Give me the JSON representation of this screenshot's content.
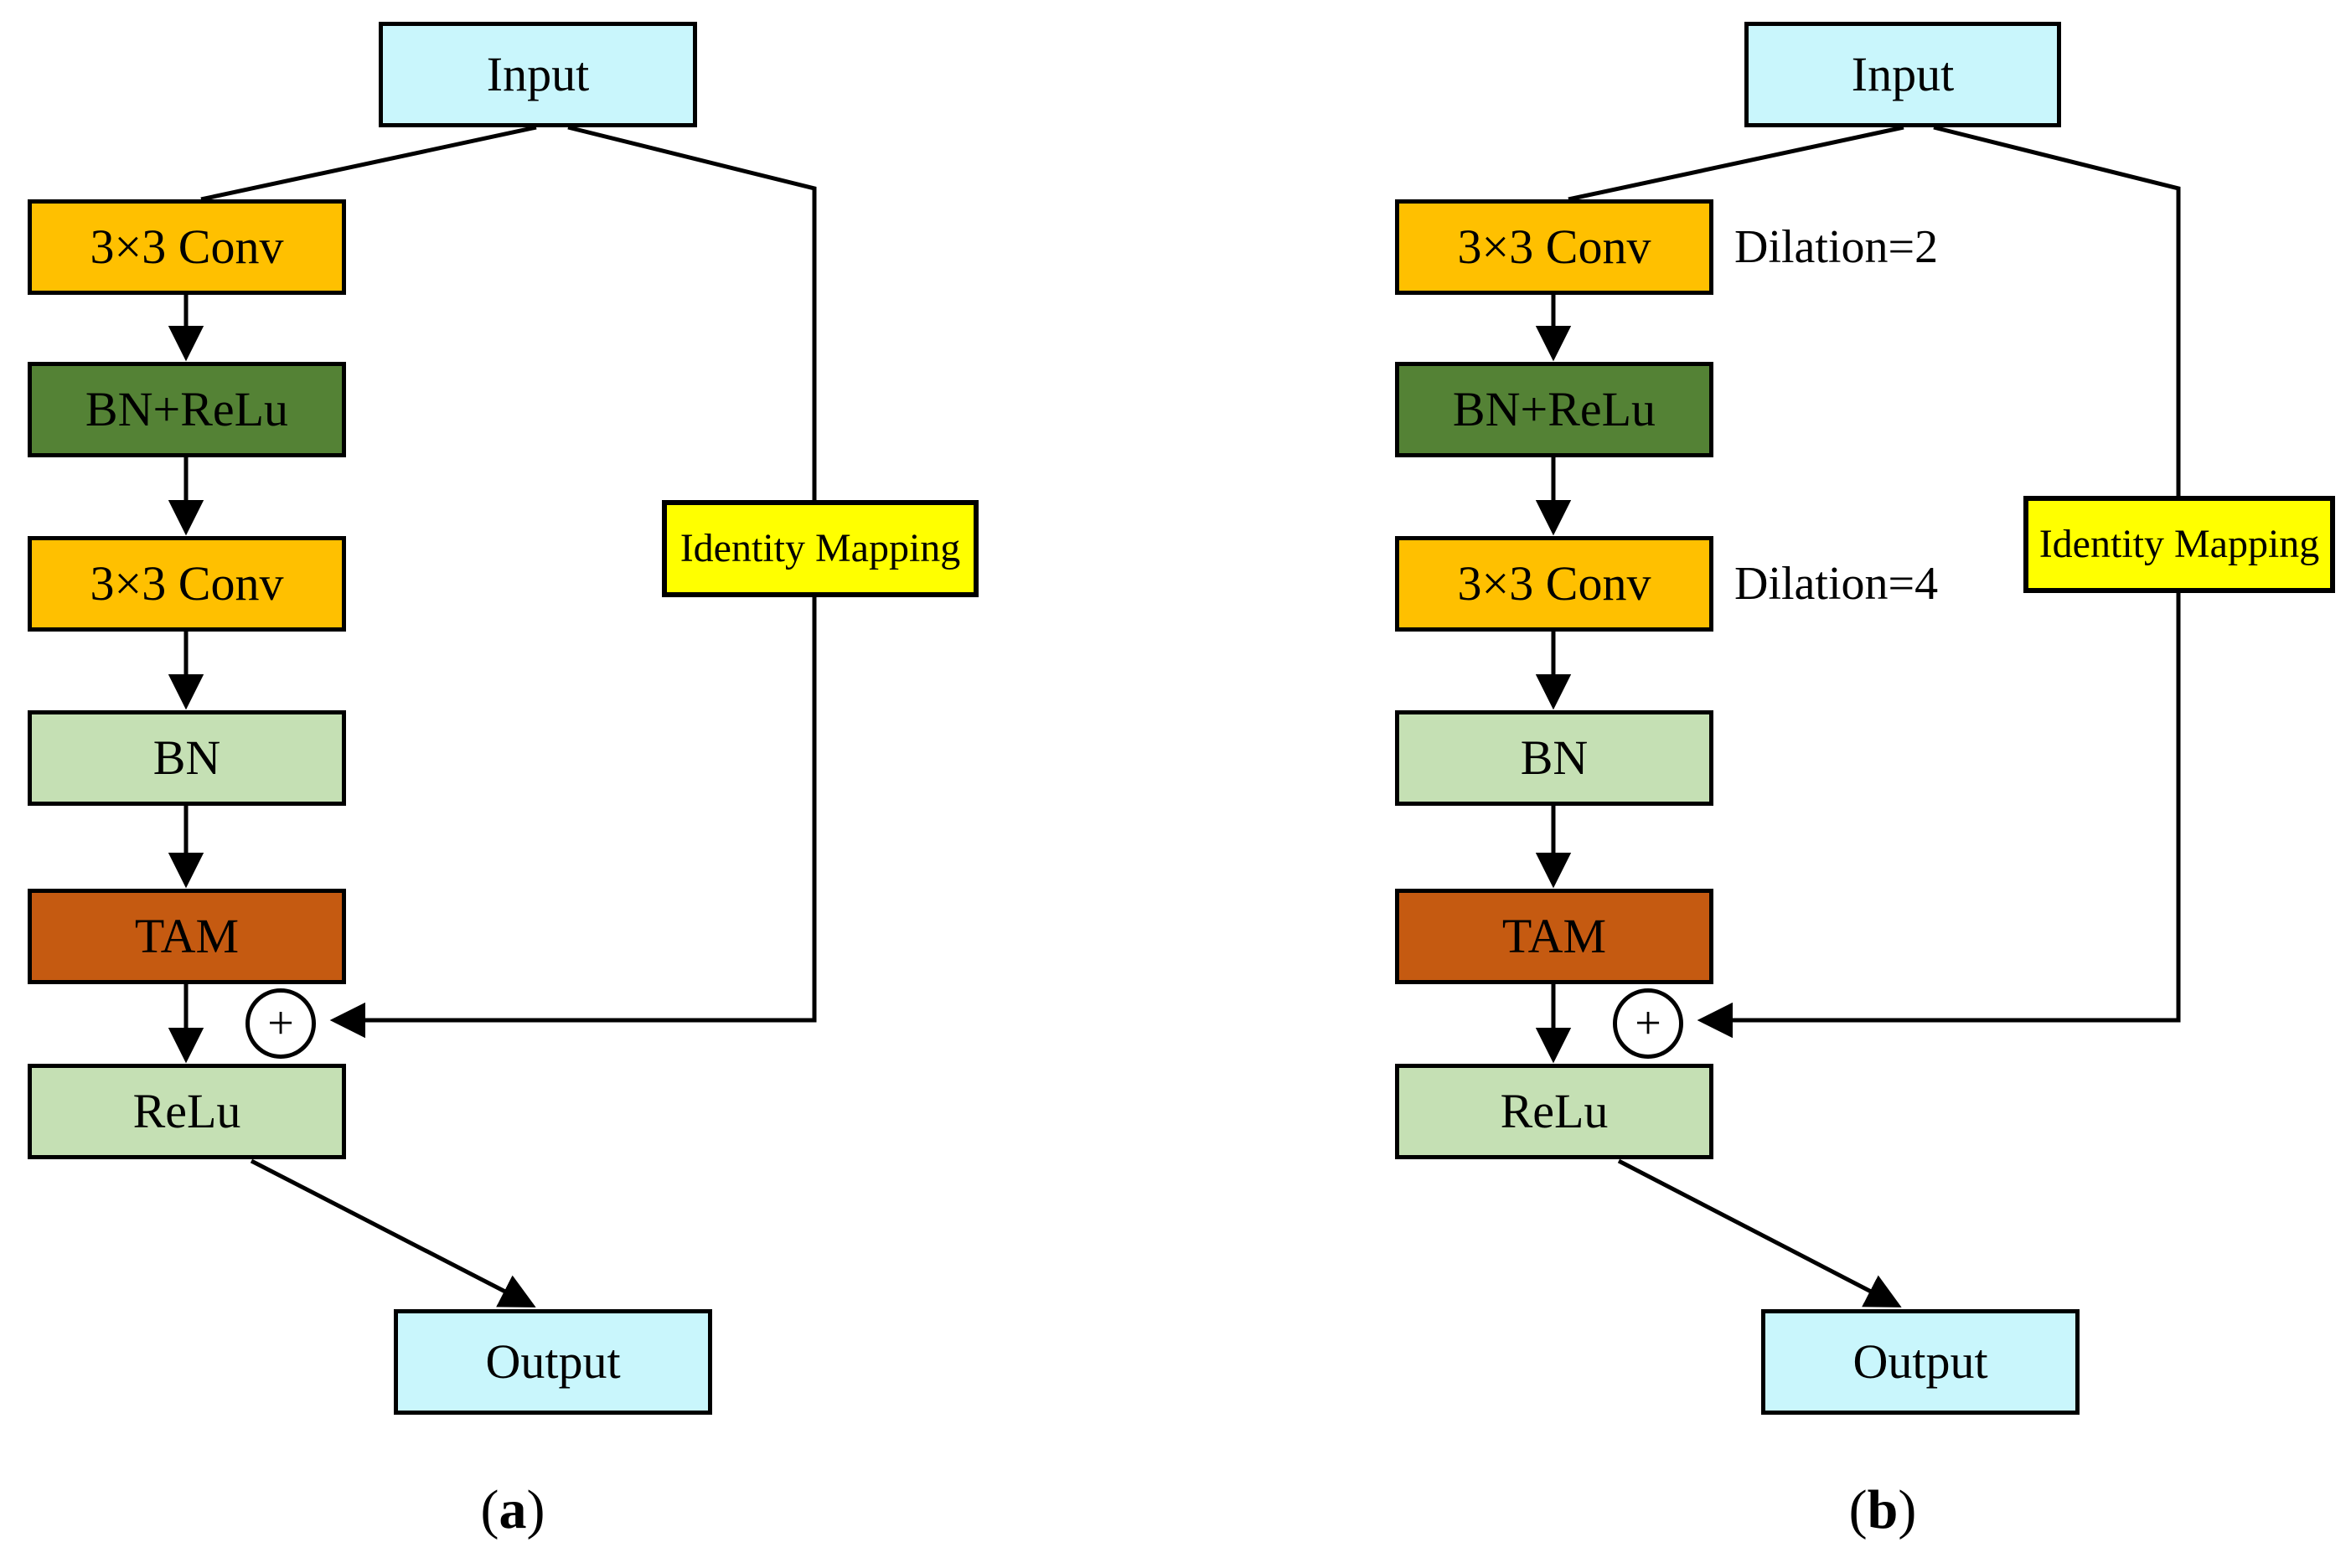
{
  "figure": {
    "description": "Two residual block diagrams with temporal attention module",
    "colors": {
      "io_fill": "#C9F6FC",
      "conv_fill": "#FFC000",
      "bn_relu_fill": "#548235",
      "bn_fill": "#C5E0B4",
      "tam_fill": "#C55A11",
      "identity_fill": "#FFFF00",
      "line_color": "#000000"
    },
    "panels": [
      {
        "caption_open": "(",
        "caption_letter": "a",
        "caption_close": ")",
        "nodes": {
          "input": "Input",
          "conv1": "3×3 Conv",
          "bn_relu": "BN+ReLu",
          "conv2": "3×3 Conv",
          "bn": "BN",
          "tam": "TAM",
          "plus": "+",
          "relu": "ReLu",
          "output": "Output",
          "identity": "Identity Mapping"
        }
      },
      {
        "caption_open": "(",
        "caption_letter": "b",
        "caption_close": ")",
        "nodes": {
          "input": "Input",
          "conv1": "3×3 Conv",
          "bn_relu": "BN+ReLu",
          "conv2": "3×3 Conv",
          "bn": "BN",
          "tam": "TAM",
          "plus": "+",
          "relu": "ReLu",
          "output": "Output",
          "identity": "Identity Mapping"
        },
        "notes": {
          "conv1": "Dilation=2",
          "conv2": "Dilation=4"
        }
      }
    ]
  }
}
